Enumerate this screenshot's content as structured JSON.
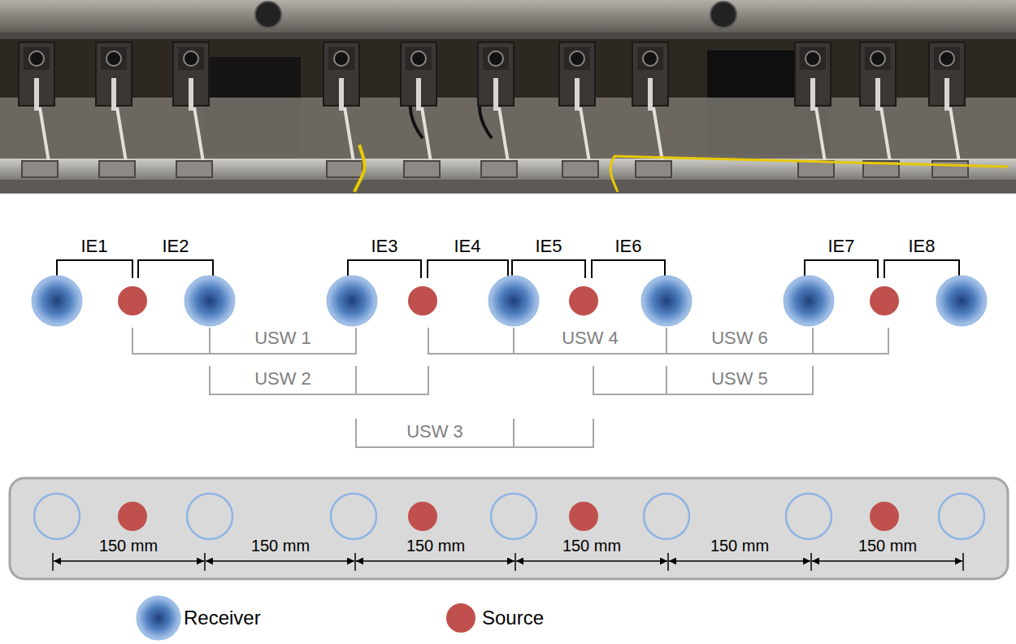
{
  "diagram": {
    "labels": [
      "IE1",
      "IE2",
      "IE3",
      "IE4",
      "IE5",
      "IE6",
      "IE7",
      "IE8",
      "USW 1",
      "USW 2",
      "USW 3",
      "USW 4",
      "USW 5",
      "USW 6",
      "150 mm",
      "150 mm",
      "150 mm",
      "150 mm",
      "150 mm",
      "150 mm"
    ],
    "legend": [
      {
        "text": "Receiver"
      },
      {
        "text": "Source",
        "color": "#c0504d"
      }
    ]
  }
}
